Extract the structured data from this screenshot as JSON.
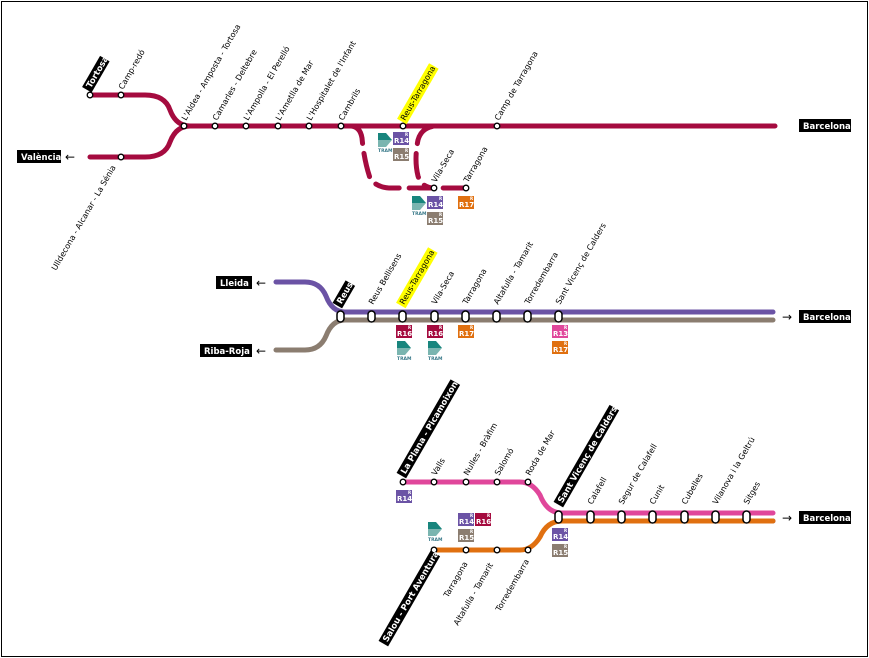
{
  "colors": {
    "r16": "#a50b3f",
    "r14": "#6b53a5",
    "r15": "#8b7d70",
    "r13": "#e0479b",
    "r17": "#e07010",
    "highlight": "#ffff00",
    "tram": "#18857d"
  },
  "map1": {
    "terminals": {
      "tortosa": "Tortosa",
      "valencia": "València",
      "barcelona": "Barcelona"
    },
    "stations": {
      "camp_redo": "Camp-redó",
      "uldecona": "Ulldecona - Alcanar - La Sénia",
      "aldea": "L'Aldea - Amposta - Tortosa",
      "camarles": "Camarles - Deltebre",
      "ampolla": "L'Ampolla - El Perelló",
      "ametlla": "L'Ametlla de Mar",
      "hospitalet": "L'Hospitalet de l'Infant",
      "cambrils": "Cambrils",
      "reus_tarragona": "Reus-Tarragona",
      "camp_tarragona": "Camp de Tarragona",
      "vila_seca": "Vila-Seca",
      "tarragona": "Tarragona"
    }
  },
  "map2": {
    "terminals": {
      "lleida": "Lleida",
      "ribaroja": "Riba-Roja",
      "barcelona": "Barcelona",
      "reus": "Reus"
    },
    "stations": {
      "reus_bellisens": "Reus Bellisens",
      "reus_tarragona": "Reus-Tarragona",
      "vila_seca": "Vila-Seca",
      "tarragona": "Tarragona",
      "altafulla": "Altafulla - Tamarit",
      "torredembarra": "Torredembarra",
      "sant_vicenc": "Sant Vicenç de Calders"
    }
  },
  "map3": {
    "terminals": {
      "la_plana": "La Plana - Picamoixons",
      "salou": "Salou - Port Aventura",
      "sant_vicenc": "Sant Vicenç de Calders",
      "barcelona": "Barcelona"
    },
    "stations": {
      "valls": "Valls",
      "nulles": "Nulles - Bràfim",
      "salomo": "Salomó",
      "roda": "Roda de Mar",
      "tarragona": "Tarragona",
      "altafulla": "Altafulla - Tamarit",
      "torredembarra": "Torredembarra",
      "calafell": "Calafell",
      "segur": "Segur de Calafell",
      "cunit": "Cunit",
      "cubelles": "Cubelles",
      "vilanova": "Vilanova i la Geltrú",
      "sitges": "Sitges"
    }
  },
  "badges": {
    "r13": "R13",
    "r14": "R14",
    "r15": "R15",
    "r16": "R16",
    "r17": "R17",
    "r_letter": "R",
    "tram": "TRAM"
  },
  "icons": {
    "arrow": "arrow-icon",
    "tram": "tram-icon"
  }
}
